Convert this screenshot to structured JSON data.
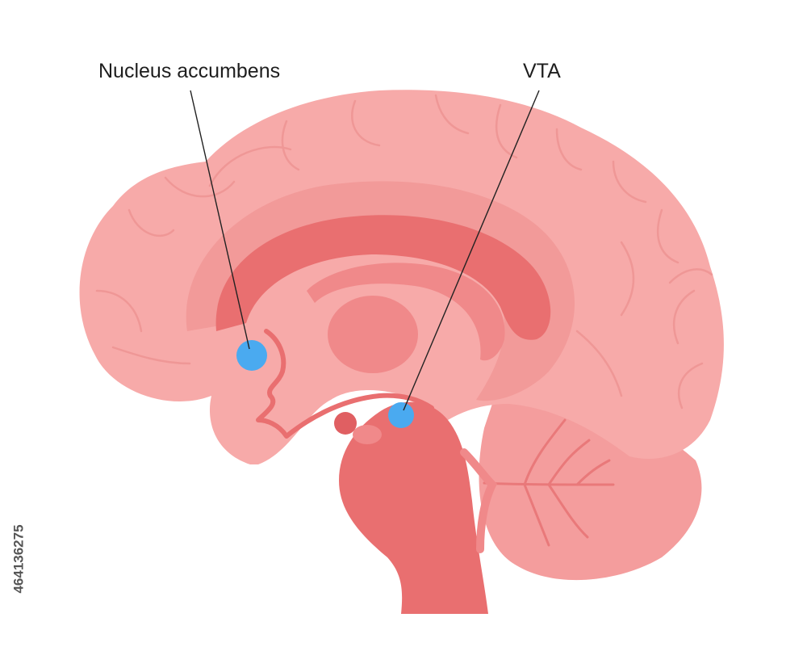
{
  "labels": {
    "nucleus_accumbens": "Nucleus accumbens",
    "vta": "VTA"
  },
  "stock_id": "464136275",
  "colors": {
    "cortex": "#f7aaa9",
    "gyri_line": "#ee9896",
    "inner_band": "#f29a99",
    "corpus_callosum": "#e96f70",
    "thalamus": "#f0898a",
    "brainstem": "#e96f70",
    "cerebellum": "#f49d9d",
    "marker": "#4aaaf0",
    "leader_line": "#222222"
  }
}
